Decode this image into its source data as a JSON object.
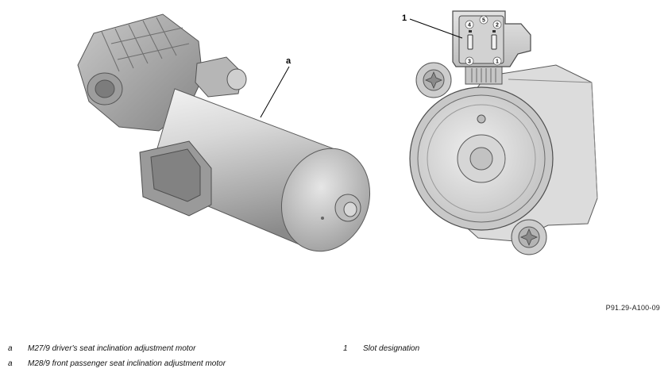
{
  "callouts": {
    "motor_label": "a",
    "connector_label": "1"
  },
  "connector_pins": [
    "1",
    "2",
    "3",
    "4",
    "5"
  ],
  "reference_code": "P91.29-A100-09",
  "legend": {
    "left": [
      {
        "key": "a",
        "text": "M27/9 driver's seat inclination adjustment motor"
      },
      {
        "key": "a",
        "text": "M28/9 front passenger seat inclination adjustment motor"
      }
    ],
    "right": [
      {
        "key": "1",
        "text": "Slot designation"
      }
    ]
  }
}
